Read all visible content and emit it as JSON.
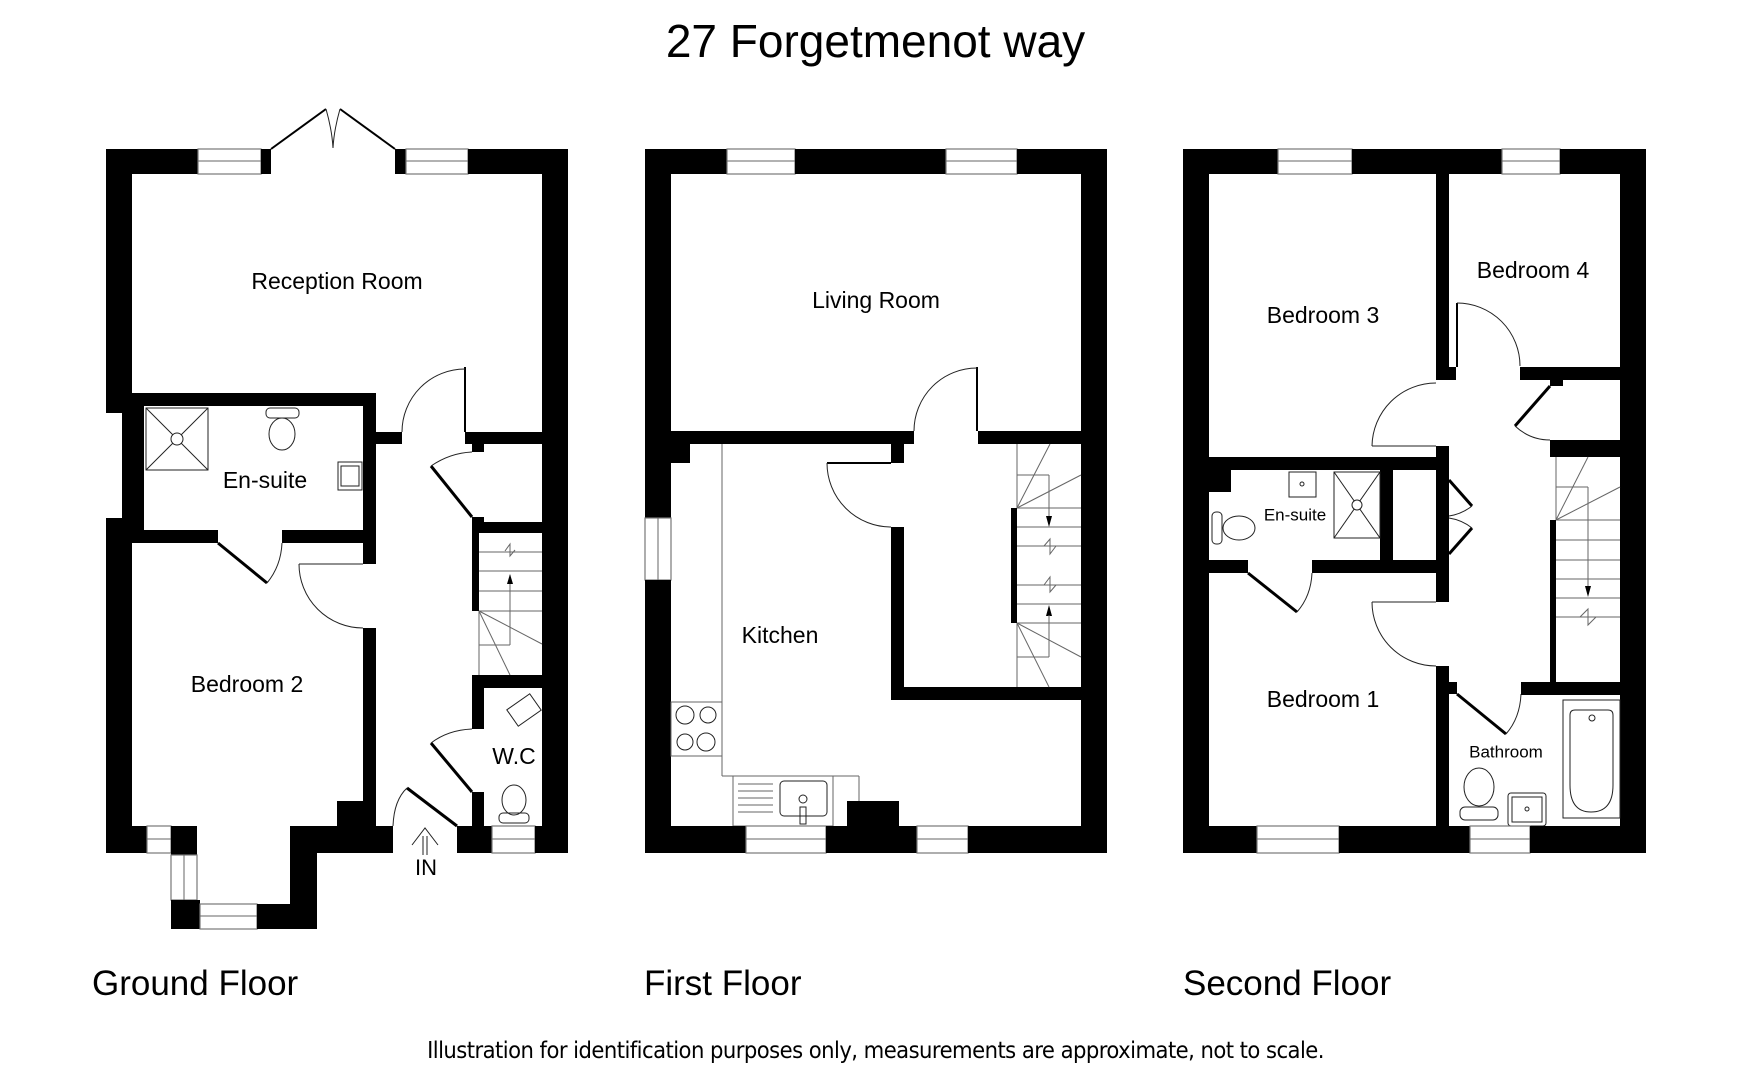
{
  "header": {
    "title": "27 Forgetmenot way"
  },
  "floors": [
    {
      "label": "Ground Floor",
      "rooms": [
        {
          "name": "Reception Room"
        },
        {
          "name": "En-suite"
        },
        {
          "name": "Bedroom 2"
        },
        {
          "name": "W.C"
        }
      ],
      "entrance": {
        "label": "IN",
        "icon": "arrow-up-icon"
      }
    },
    {
      "label": "First Floor",
      "rooms": [
        {
          "name": "Living Room"
        },
        {
          "name": "Kitchen"
        }
      ]
    },
    {
      "label": "Second Floor",
      "rooms": [
        {
          "name": "Bedroom 3"
        },
        {
          "name": "Bedroom 4"
        },
        {
          "name": "En-suite"
        },
        {
          "name": "Bedroom 1"
        },
        {
          "name": "Bathroom"
        }
      ]
    }
  ],
  "footer": {
    "disclaimer": "Illustration for identification purposes only, measurements are approximate, not to scale."
  },
  "colors": {
    "wall": "#000000",
    "background": "#ffffff",
    "fixture_line": "#666666"
  }
}
